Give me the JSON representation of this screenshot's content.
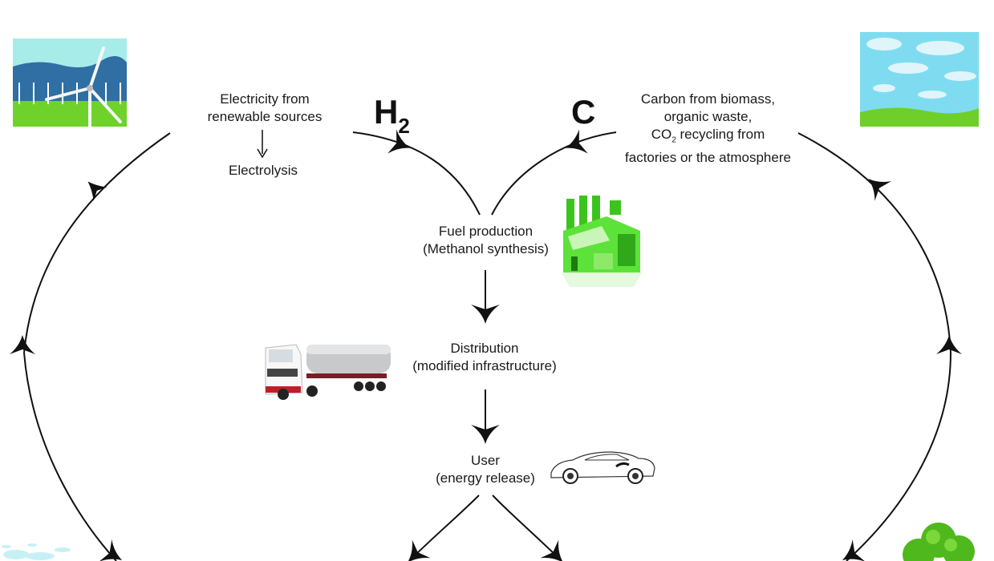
{
  "diagram": {
    "title": "Methanol economy carbon cycle",
    "nodes": {
      "electricity": {
        "lines": [
          "Electricity from",
          "renewable sources"
        ]
      },
      "electrolysis": {
        "label": "Electrolysis"
      },
      "h2_symbol": {
        "main": "H",
        "sub": "2"
      },
      "c_symbol": {
        "main": "C"
      },
      "carbon": {
        "lines": [
          "Carbon from biomass,",
          "organic waste,",
          "recycling from",
          "factories or the atmosphere"
        ],
        "co2_prefix": "CO",
        "co2_sub": "2"
      },
      "fuel": {
        "lines": [
          "Fuel production",
          "(Methanol synthesis)"
        ]
      },
      "distribution": {
        "lines": [
          "Distribution",
          "(modified infrastructure)"
        ]
      },
      "user": {
        "lines": [
          "User",
          "(energy release)"
        ]
      }
    },
    "small_arrow": "↓",
    "icons": {
      "wind": "wind-farm-image",
      "sky": "sky-grass-image",
      "factory": "green-factory-image",
      "truck": "tanker-truck-image",
      "car": "sports-car-image",
      "water": "water-splash-image",
      "tree": "tree-image"
    },
    "colors": {
      "line": "#111111",
      "factory_green": "#5de23a",
      "sky_blue": "#7fdcf0",
      "grass_green": "#6fcf2a",
      "mountain_blue": "#2f6fa3"
    }
  }
}
